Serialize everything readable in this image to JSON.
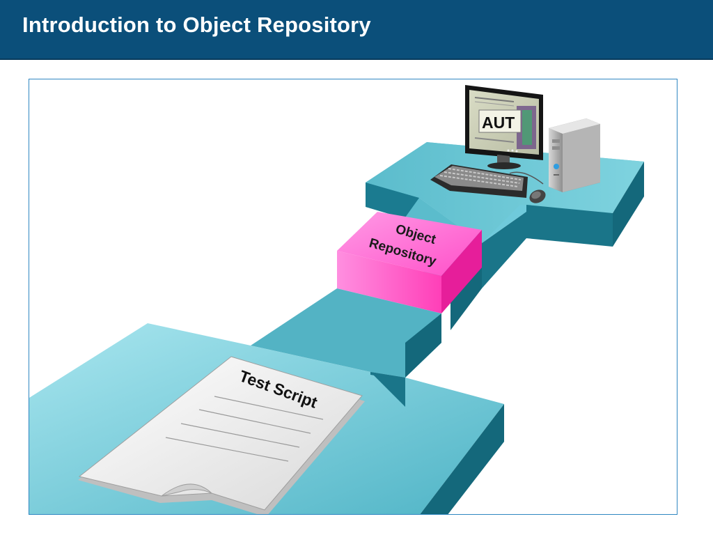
{
  "header": {
    "title": "Introduction to Object Repository"
  },
  "diagram": {
    "monitor_label": "AUT",
    "repository_label_line1": "Object",
    "repository_label_line2": "Repository",
    "script_label": "Test Script"
  },
  "colors": {
    "header_bg": "#0b4f7a",
    "platform_top": "#66c7d6",
    "platform_side": "#1b7b90",
    "repository_pink": "#ff5fd0",
    "frame_border": "#2e86c1"
  }
}
